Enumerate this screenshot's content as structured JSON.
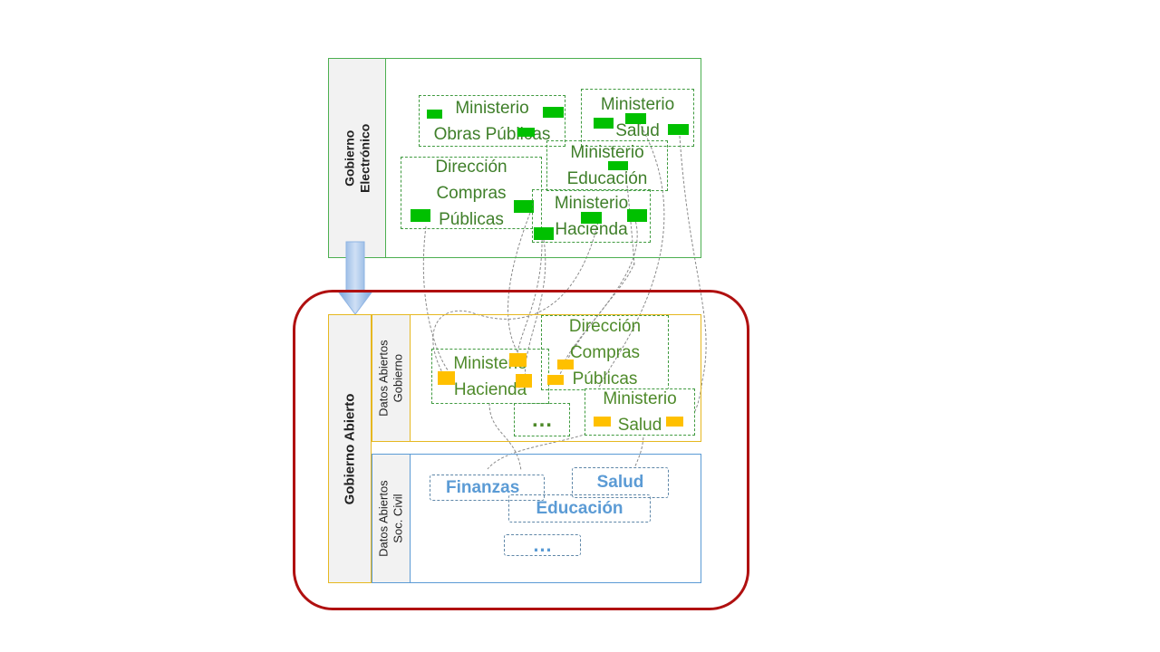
{
  "gobierno_electronico": {
    "label_line1": "Gobierno",
    "label_line2": "Electrónico",
    "ministerio_obras": {
      "line1": "Ministerio",
      "line2": "Obras Públicas"
    },
    "ministerio_salud": {
      "line1": "Ministerio",
      "line2": "Salud"
    },
    "ministerio_educacion": {
      "line1": "Ministerio",
      "line2": "Educación"
    },
    "direccion_compras": {
      "line1": "Dirección",
      "line2": "Compras",
      "line3": "Públicas"
    },
    "ministerio_hacienda": {
      "line1": "Ministerio",
      "line2": "Hacienda"
    }
  },
  "gobierno_abierto": {
    "label": "Gobierno Abierto",
    "datos_gobierno": {
      "label_line1": "Datos Abiertos",
      "label_line2": "Gobierno",
      "ministerio_hacienda": {
        "line1": "Ministerio",
        "line2": "Hacienda"
      },
      "direccion_compras": {
        "line1": "Dirección",
        "line2": "Compras",
        "line3": "Públicas"
      },
      "ministerio_salud": {
        "line1": "Ministerio",
        "line2": "Salud"
      },
      "ellipsis": "…"
    },
    "datos_soc_civil": {
      "label_line1": "Datos Abiertos",
      "label_line2": "Soc. Civil",
      "finanzas": "Finanzas",
      "salud": "Salud",
      "educacion": "Educación",
      "ellipsis": "…"
    }
  },
  "colors": {
    "green_panel_border": "#4caf50",
    "gold_panel_border": "#e6b820",
    "blue_panel_border": "#5b9bd5",
    "red_outline": "#b01010",
    "green_square": "#00c000",
    "yellow_square": "#ffc000",
    "arrow": "#8fb4e3"
  }
}
